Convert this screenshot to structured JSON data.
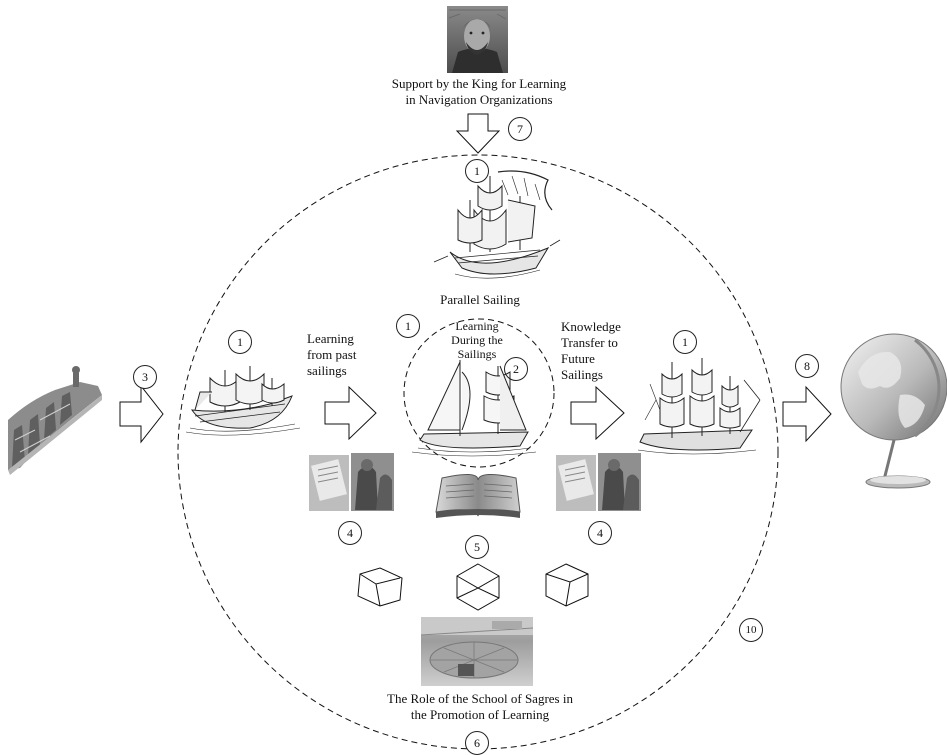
{
  "labels": {
    "king_line1": "Support by the King for Learning",
    "king_line2": "in Navigation Organizations",
    "parallel_sailing": "Parallel Sailing",
    "learning_past_1": "Learning",
    "learning_past_2": "from past",
    "learning_past_3": "sailings",
    "learning_during_1": "Learning",
    "learning_during_2": "During the",
    "learning_during_3": "Sailings",
    "knowledge_1": "Knowledge",
    "knowledge_2": "Transfer to",
    "knowledge_3": "Future",
    "knowledge_4": "Sailings",
    "sagres_line1": "The Role of the School of Sagres in",
    "sagres_line2": "the Promotion of Learning"
  },
  "badges": {
    "b1_top": "1",
    "b1_center_left": "1",
    "b1_left_ship": "1",
    "b1_right_ship": "1",
    "b2": "2",
    "b3": "3",
    "b4_left": "4",
    "b4_right": "4",
    "b5": "5",
    "b6": "6",
    "b7": "7",
    "b8": "8",
    "b10": "10"
  },
  "images": {
    "king_portrait": "king-portrait-icon",
    "monument": "monument-icon",
    "globe": "globe-icon",
    "caravel": "caravel-ship-icon",
    "galleon": "galleon-ship-icon",
    "brig": "brig-ship-icon",
    "frigate": "frigate-ship-icon",
    "book": "open-book-icon",
    "scholars": "scholars-study-icon",
    "compass_rose": "wind-rose-photo-icon",
    "cube": "cube-icon"
  }
}
